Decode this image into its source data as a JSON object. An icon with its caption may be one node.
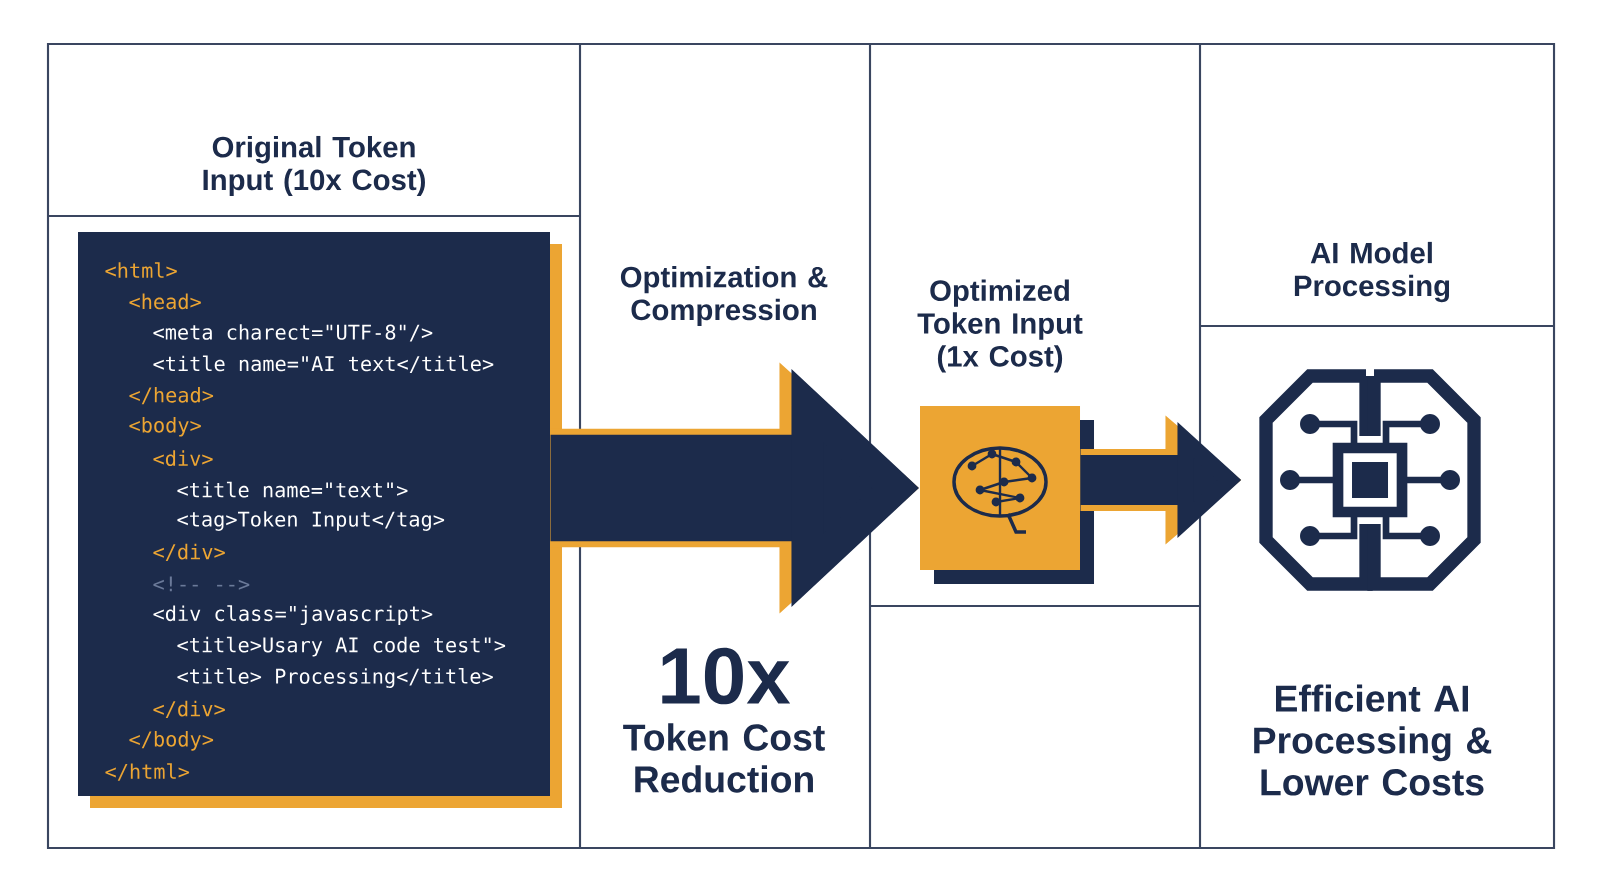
{
  "diagram": {
    "nodes": [
      {
        "text": [
          "<html>",
          "<head>",
          "<meta charect=\"UTF-8\"/>",
          "<title name=\"AI text</title>",
          "</head>",
          "<body>",
          "<div>",
          "<title name=\"text\">",
          "<tag>Token Input</tag>",
          "</div>",
          "<!-- -->",
          "<div class=\"javascript>",
          "<title>Usary AI code test\">",
          "<title> Processing</title>",
          "</div>",
          "</body>",
          "</html>"
        ]
      },
      {
        "text": [],
        "shape": "box"
      },
      {
        "text": [],
        "shape": "picture"
      }
    ],
    "edges": [
      {
        "from": 0,
        "to": 1,
        "arrow": "to",
        "style": "thick"
      },
      {
        "from": 1,
        "to": 2,
        "arrow": "to"
      }
    ],
    "labels": [
      "Original Token Input (10x Cost)",
      "Optimization & Compression",
      "Optimized Token Input (1x Cost)",
      "AI Model Processing",
      "10x",
      "Token Cost Reduction",
      "Efficient AI Processing & Lower Costs"
    ]
  }
}
